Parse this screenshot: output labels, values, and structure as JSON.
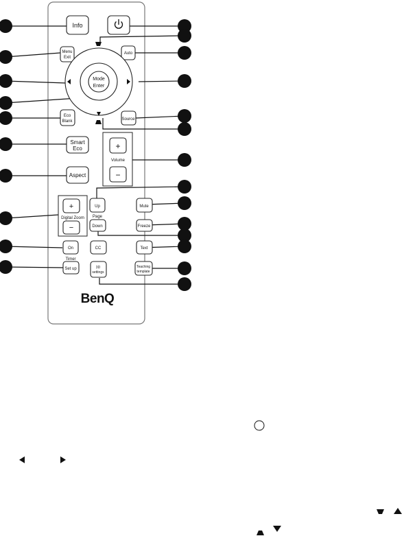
{
  "remote": {
    "brand": "BenQ",
    "buttons": {
      "info": "Info",
      "menu_line1": "Menu",
      "menu_line2": "Exit",
      "auto": "Auto",
      "mode_line1": "Mode",
      "mode_line2": "Enter",
      "eco_line1": "Eco",
      "eco_line2": "Blank",
      "source": "Source",
      "smart_line1": "Smart",
      "smart_line2": "Eco",
      "aspect": "Aspect",
      "volume_label": "Volume",
      "plus": "+",
      "minus": "−",
      "digital_zoom_label": "Digital Zoom",
      "page_up": "Up",
      "page_label": "Page",
      "page_down": "Down",
      "mute": "Mute",
      "freeze": "Freeze",
      "timer_on": "On",
      "timer_label": "Timer",
      "timer_setup": "Set up",
      "cc": "CC",
      "text": "Text",
      "settings_3d_line1": "3D",
      "settings_3d_line2": "settings",
      "teaching_line1": "Teaching",
      "teaching_line2": "template"
    },
    "icons": [
      "power-icon",
      "arrow-up-icon",
      "arrow-down-icon",
      "arrow-left-icon",
      "arrow-right-icon",
      "keystone-up-icon",
      "keystone-down-icon"
    ]
  },
  "bottom_icons": [
    "power-circle-icon",
    "arrow-left-icon",
    "arrow-right-icon",
    "keystone-down-icon",
    "arrow-up-icon",
    "keystone-up-icon",
    "arrow-down-icon"
  ]
}
